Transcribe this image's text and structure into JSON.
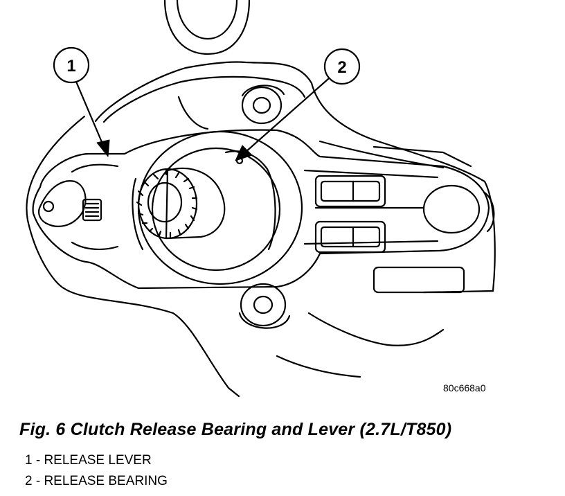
{
  "callouts": [
    {
      "number": "1"
    },
    {
      "number": "2"
    }
  ],
  "figure_id": "80c668a0",
  "caption": "Fig. 6 Clutch Release Bearing and Lever (2.7L/T850)",
  "legend": [
    {
      "text": "1 - RELEASE LEVER"
    },
    {
      "text": "2 - RELEASE BEARING"
    }
  ]
}
